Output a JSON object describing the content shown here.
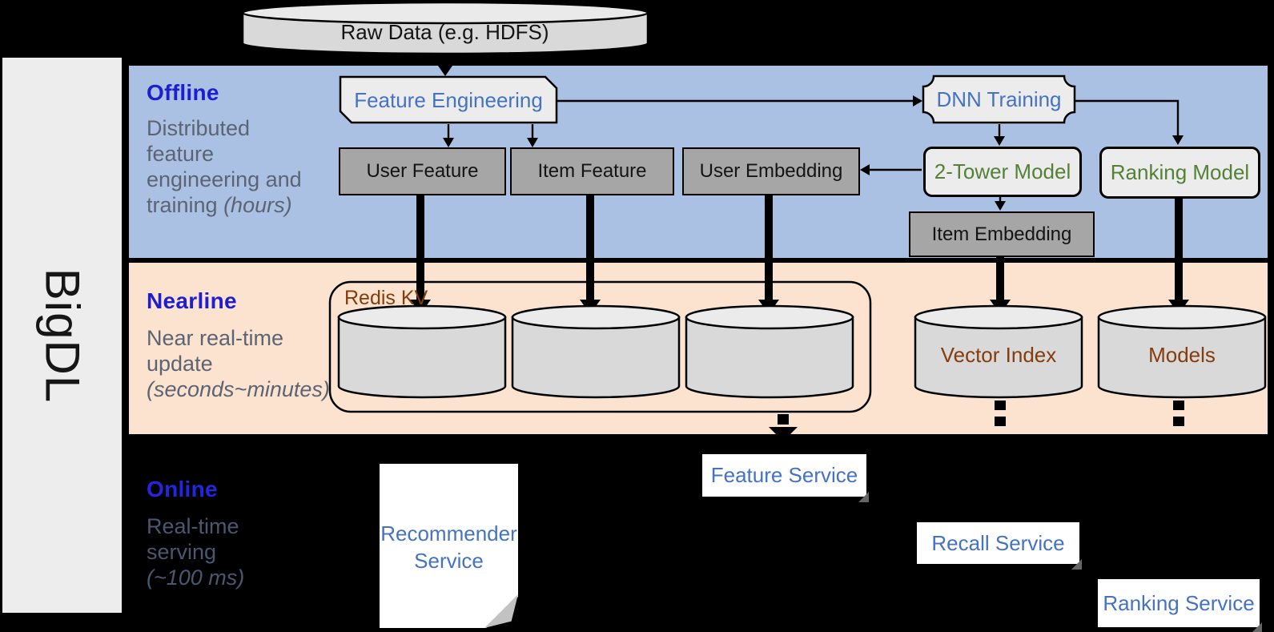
{
  "brand": {
    "name": "BigDL"
  },
  "bands": {
    "offline": {
      "title": "Offline",
      "desc_line1": "Distributed",
      "desc_line2": "feature",
      "desc_line3": "engineering and",
      "desc_line4": "training ",
      "desc_line4_italic": "(hours)"
    },
    "nearline": {
      "title": "Nearline",
      "desc_line1": "Near real-time",
      "desc_line2": "update",
      "desc_line3_italic": "(seconds~minutes)"
    },
    "online": {
      "title": "Online",
      "desc_line1": "Real-time",
      "desc_line2": "serving",
      "desc_line3_italic": "(~100 ms)"
    }
  },
  "nodes": {
    "raw_data": "Raw Data (e.g. HDFS)",
    "feature_engineering": "Feature Engineering",
    "dnn_training": "DNN Training",
    "user_feature": "User Feature",
    "item_feature": "Item Feature",
    "user_embedding": "User Embedding",
    "two_tower_model": "2-Tower Model",
    "ranking_model": "Ranking Model",
    "item_embedding": "Item Embedding",
    "redis_kv": "Redis KV",
    "vector_index": "Vector Index",
    "models": "Models",
    "recommender_line1": "Recommender",
    "recommender_line2": "Service",
    "feature_service": "Feature Service",
    "recall_service": "Recall Service",
    "ranking_service": "Ranking Service"
  },
  "colors": {
    "offline_band": "#abc1e4",
    "nearline_band": "#fbe3d0",
    "sidebar_bar": "#ededed",
    "section_label_blue": "#1e1ed0",
    "band_description_gray": "#5c6474",
    "process_text_blue": "#4472c4",
    "model_text_green": "#538135",
    "storage_text_brown": "#843c0c",
    "gray_box_fill": "#a6a6a6",
    "light_shape_fill": "#ececec",
    "cylinder_fill": "#d9d9d9",
    "background": "#000000"
  }
}
